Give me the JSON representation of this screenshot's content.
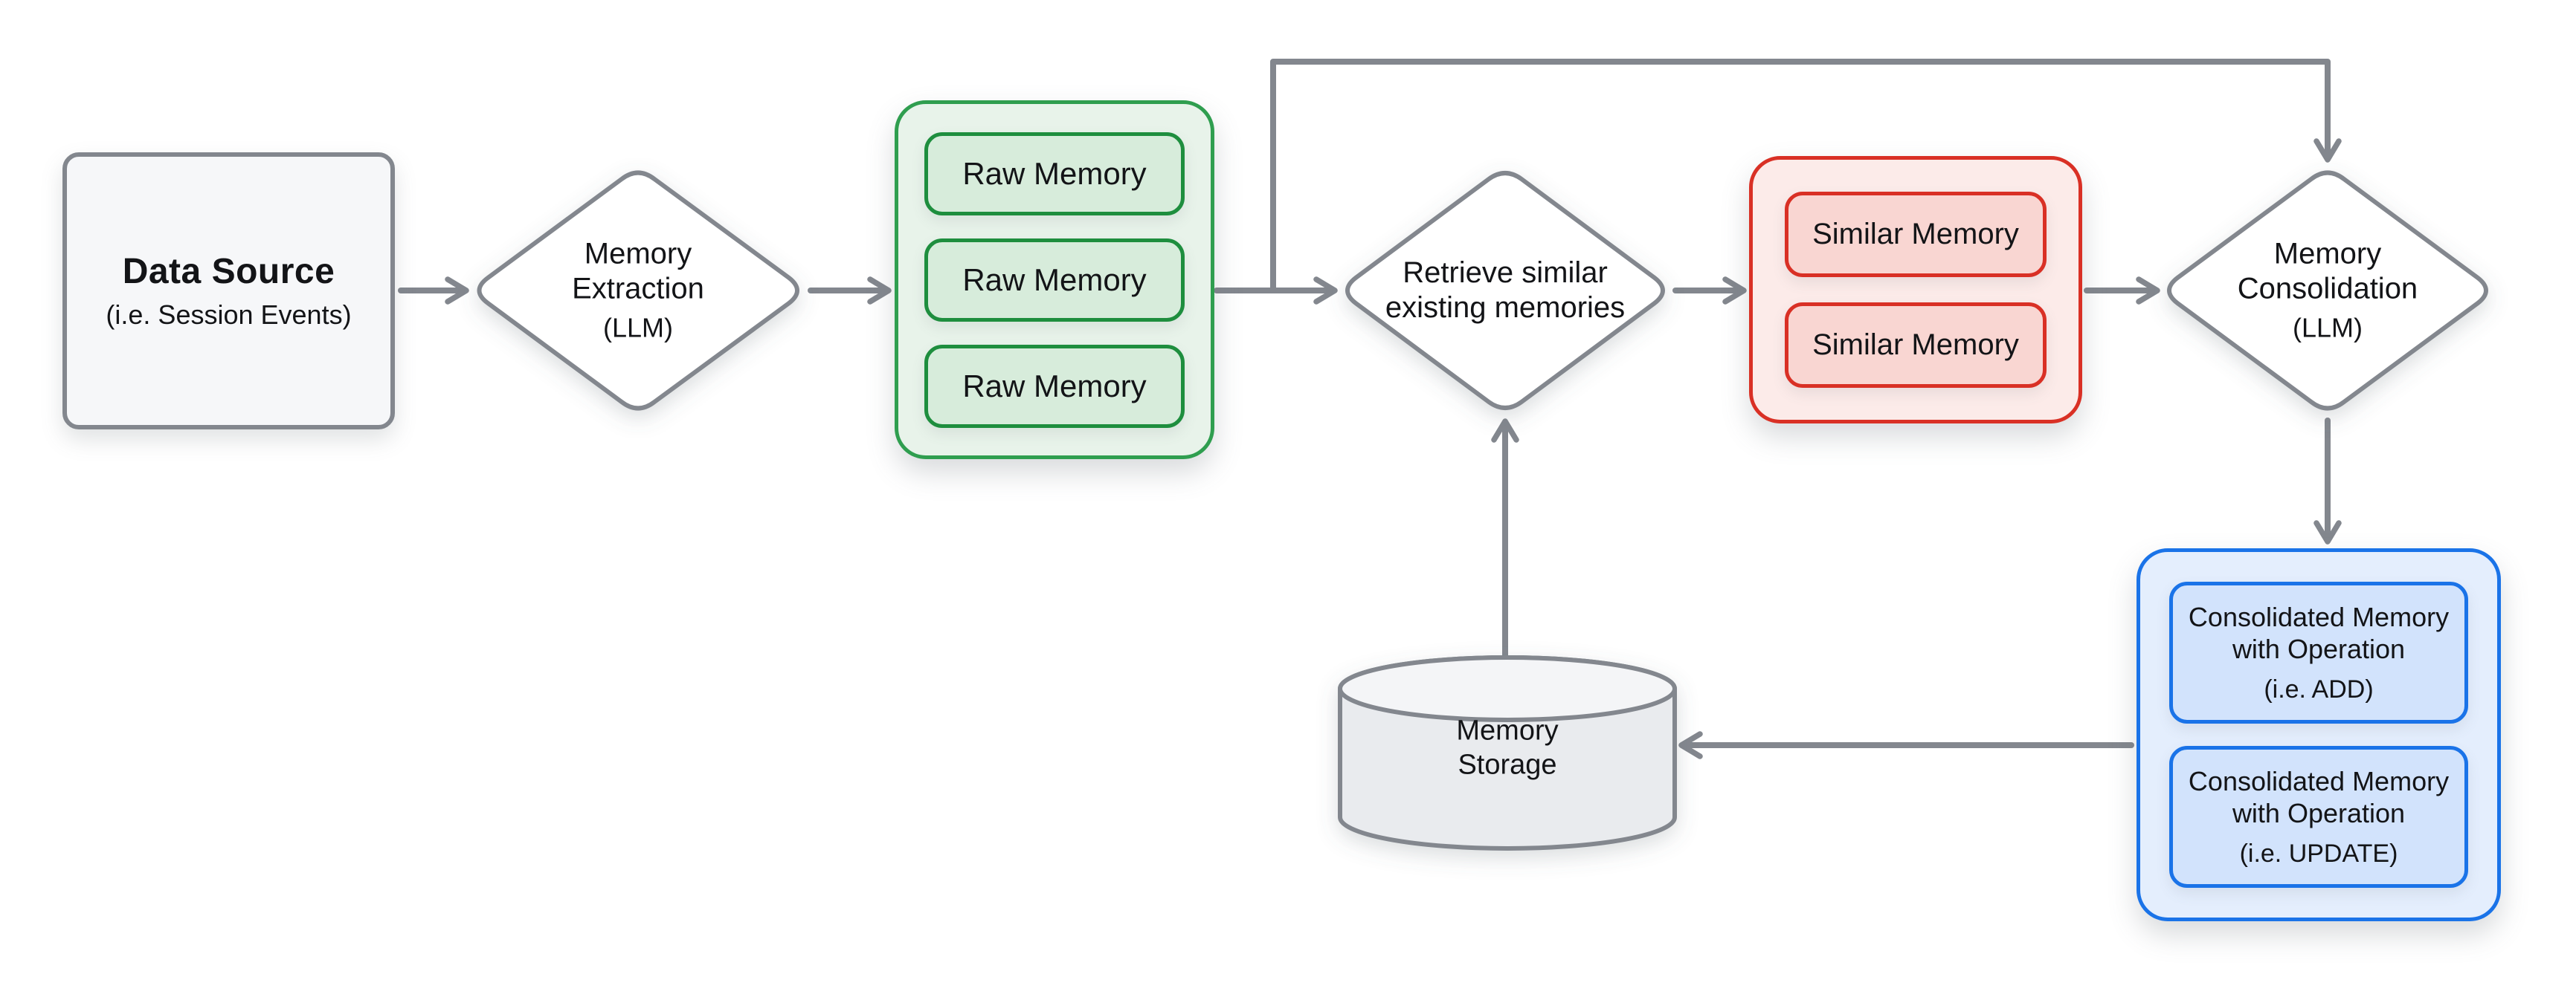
{
  "palette": {
    "arrow": "#83878e",
    "neutral_border": "#83878e",
    "neutral_fill": "#f6f7f9",
    "diamond_fill": "#ffffff",
    "green_border": "#2f9e4f",
    "green_item_border": "#1e8e3e",
    "green_fill": "#e8f3ea",
    "green_item_fill": "#d7ecdb",
    "red_border": "#d93025",
    "red_fill": "#fcebe9",
    "red_item_fill": "#f9d6d2",
    "blue_border": "#1a73e8",
    "blue_fill": "#e4eefd",
    "blue_item_fill": "#d2e3fc",
    "storage_body_fill": "#e9ebee",
    "storage_top_fill": "#f4f5f7",
    "text": "#131417"
  },
  "nodes": {
    "data_source": {
      "title": "Data Source",
      "subtitle": "(i.e. Session Events)"
    },
    "memory_extraction": {
      "title": "Memory Extraction",
      "subtitle": "(LLM)"
    },
    "raw_memory_group": {
      "items": [
        "Raw Memory",
        "Raw Memory",
        "Raw Memory"
      ]
    },
    "retrieve_similar": {
      "title": "Retrieve similar existing memories"
    },
    "similar_memory_group": {
      "items": [
        "Similar Memory",
        "Similar Memory"
      ]
    },
    "memory_consolidation": {
      "title": "Memory Consolidation",
      "subtitle": "(LLM)"
    },
    "consolidated_group": {
      "items": [
        {
          "title": "Consolidated Memory with Operation",
          "subtitle": "(i.e. ADD)"
        },
        {
          "title": "Consolidated Memory with Operation",
          "subtitle": "(i.e. UPDATE)"
        }
      ]
    },
    "memory_storage": {
      "title": "Memory Storage"
    }
  },
  "edges": [
    {
      "from": "data_source",
      "to": "memory_extraction"
    },
    {
      "from": "memory_extraction",
      "to": "raw_memory_group"
    },
    {
      "from": "raw_memory_group",
      "to": "retrieve_similar"
    },
    {
      "from": "raw_memory_group",
      "to": "memory_consolidation"
    },
    {
      "from": "retrieve_similar",
      "to": "similar_memory_group"
    },
    {
      "from": "similar_memory_group",
      "to": "memory_consolidation"
    },
    {
      "from": "memory_consolidation",
      "to": "consolidated_group"
    },
    {
      "from": "consolidated_group",
      "to": "memory_storage"
    },
    {
      "from": "memory_storage",
      "to": "retrieve_similar"
    }
  ]
}
